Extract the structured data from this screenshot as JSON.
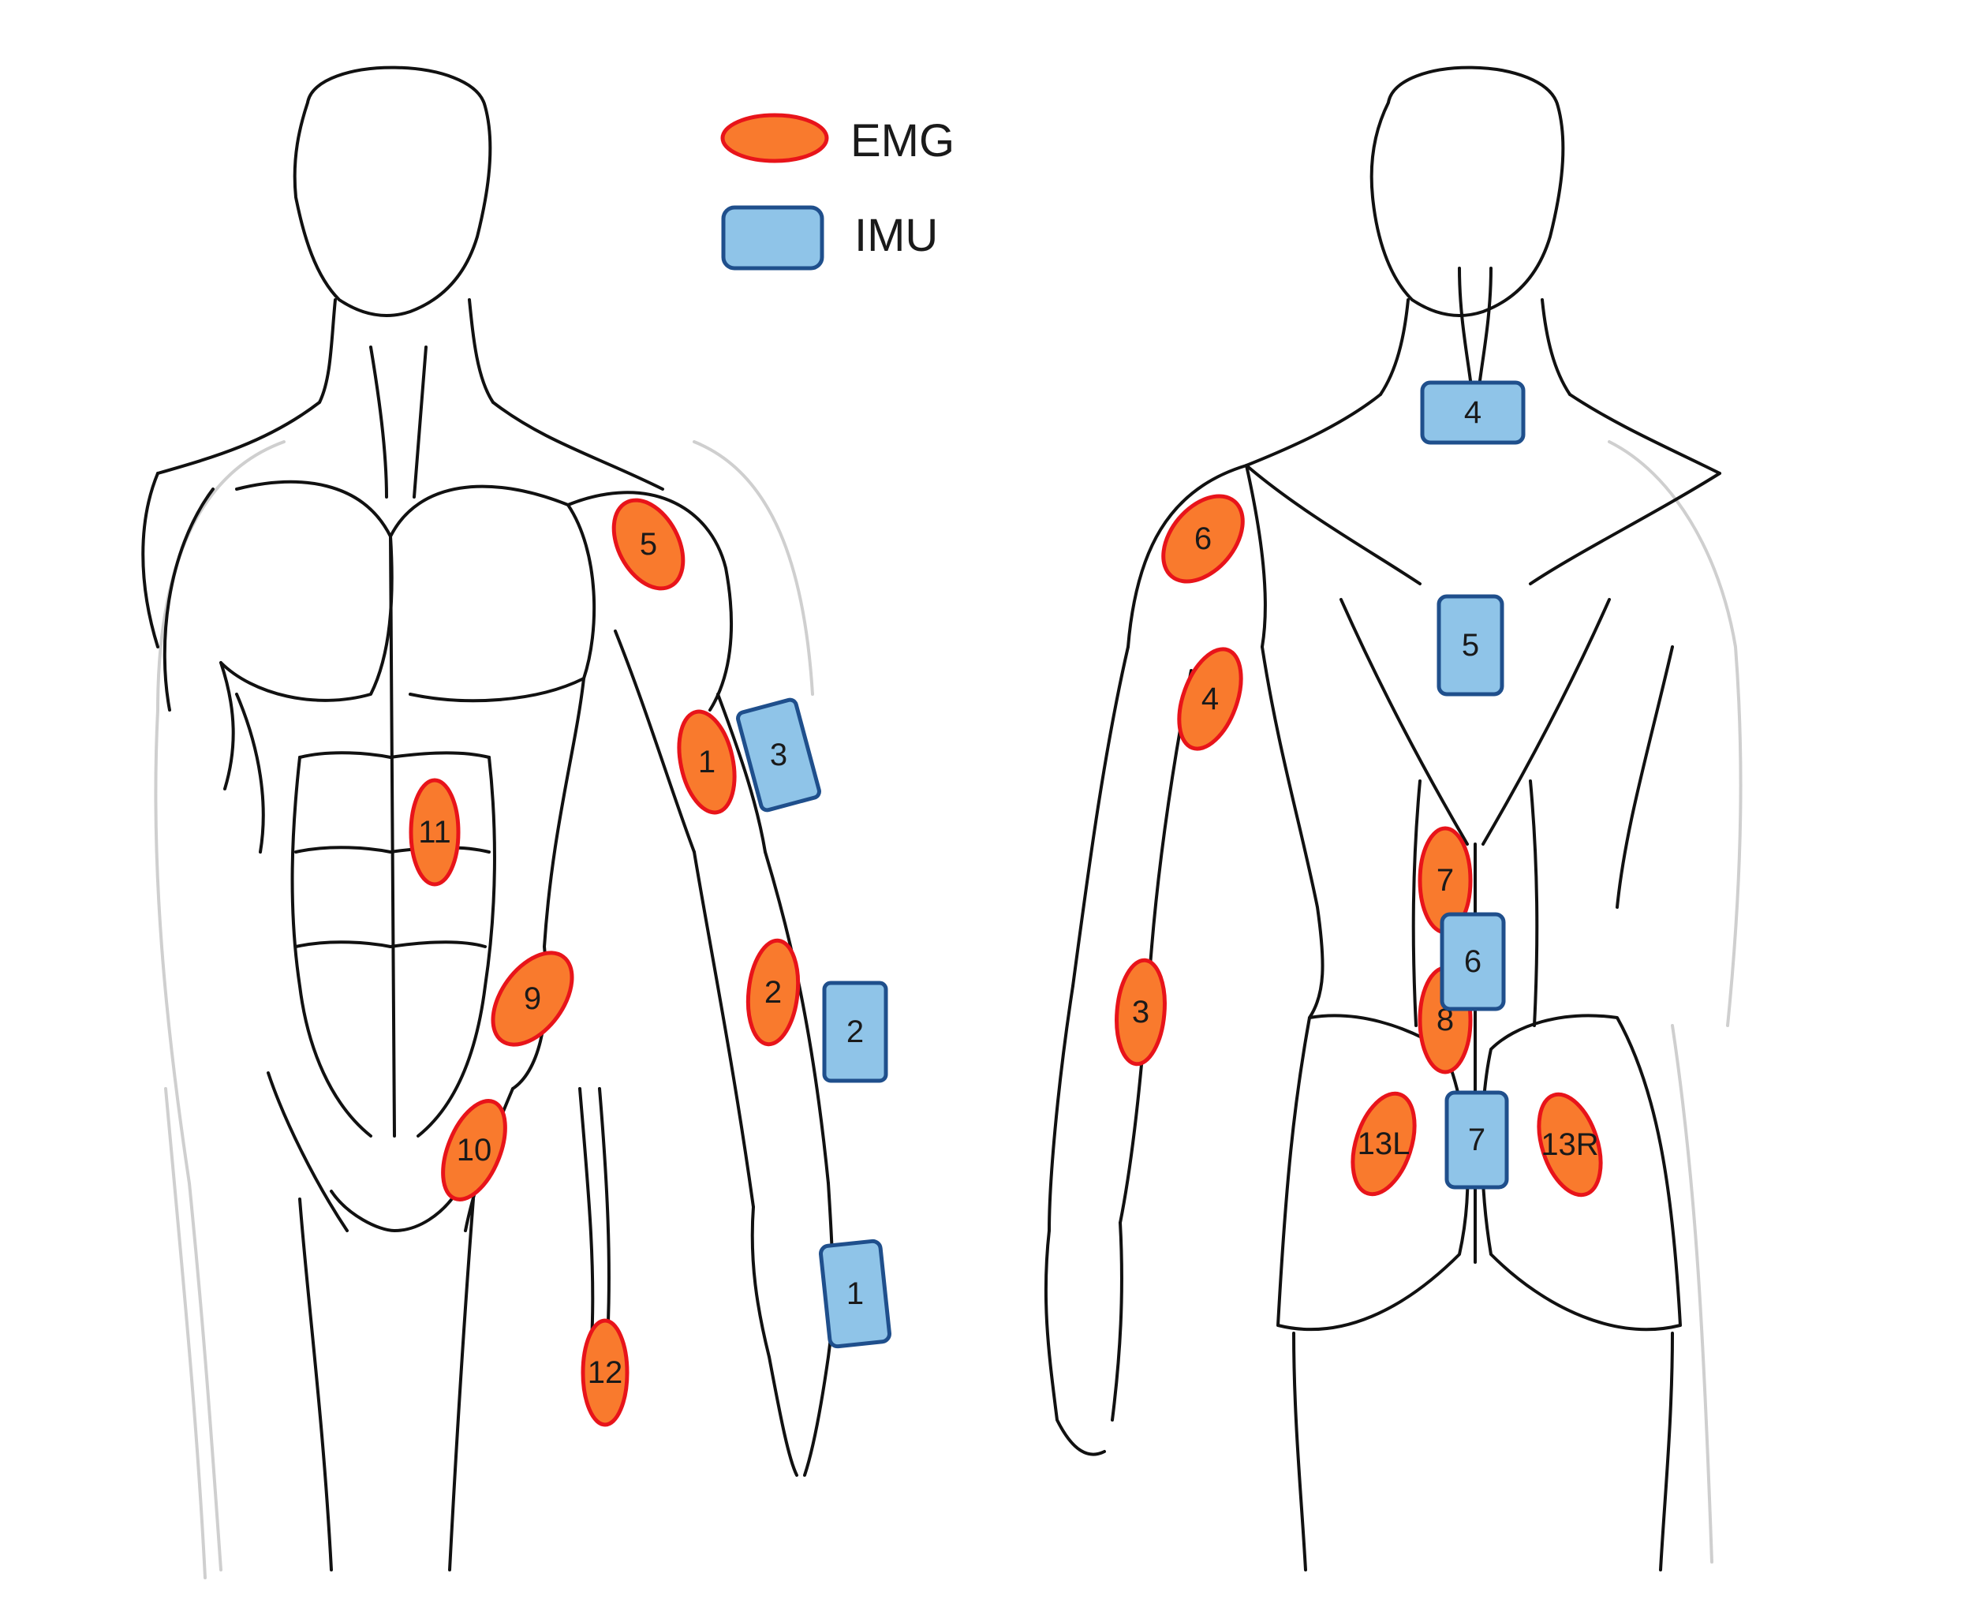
{
  "legend": {
    "emg_label": "EMG",
    "imu_label": "IMU"
  },
  "colors": {
    "emg_fill": "#f97a2d",
    "emg_stroke": "#e8141a",
    "imu_fill": "#8fc4e8",
    "imu_stroke": "#1f4f8c",
    "outline": "#111111"
  },
  "front_view": {
    "emg": [
      "1",
      "2",
      "5",
      "9",
      "10",
      "11",
      "12"
    ],
    "imu": [
      "1",
      "2",
      "3"
    ]
  },
  "back_view": {
    "emg": [
      "3",
      "4",
      "6",
      "7",
      "8",
      "13L",
      "13R"
    ],
    "imu": [
      "4",
      "5",
      "6",
      "7"
    ]
  }
}
